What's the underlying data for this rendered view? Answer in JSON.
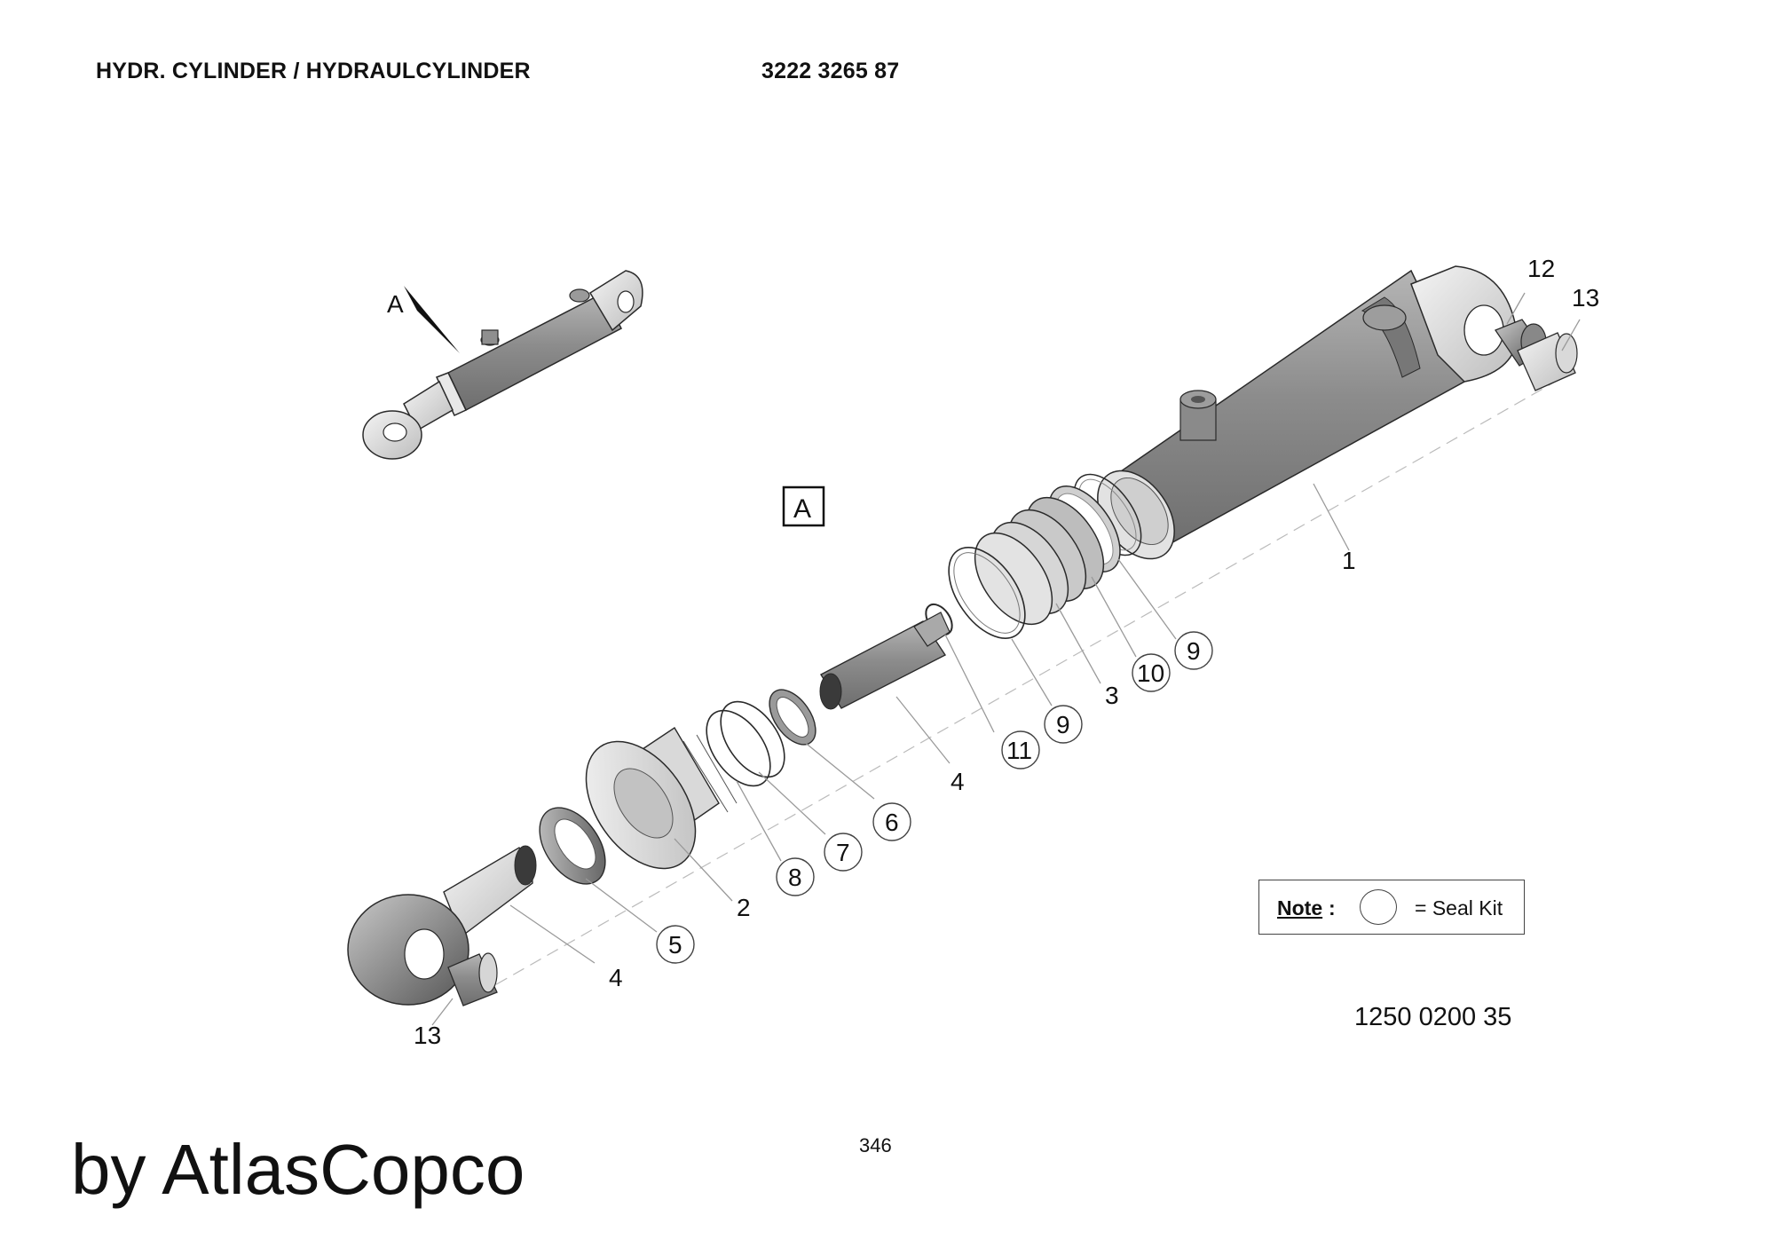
{
  "header": {
    "title": "HYDR. CYLINDER / HYDRAULCYLINDER",
    "part_number": "3222 3265 87"
  },
  "view_label": "A",
  "detail_box_label": "A",
  "callouts": {
    "c1": "1",
    "c2": "2",
    "c3": "3",
    "c4_rod": "4",
    "c4_lower": "4",
    "c5": "5",
    "c6": "6",
    "c7": "7",
    "c8": "8",
    "c9_upper": "9",
    "c9_lower": "9",
    "c10": "10",
    "c11": "11",
    "c12": "12",
    "c13_top": "13",
    "c13_bottom": "13"
  },
  "note": {
    "label": "Note",
    "colon": ":",
    "legend_text": "= Seal Kit"
  },
  "drawing_number": "1250 0200 35",
  "page_number": "346",
  "watermark": "by AtlasCopco",
  "colors": {
    "part_fill_dark": "#8e8e8e",
    "part_fill_light": "#d8d8d8",
    "outline": "#2a2a2a",
    "leader": "#9a9a9a"
  }
}
